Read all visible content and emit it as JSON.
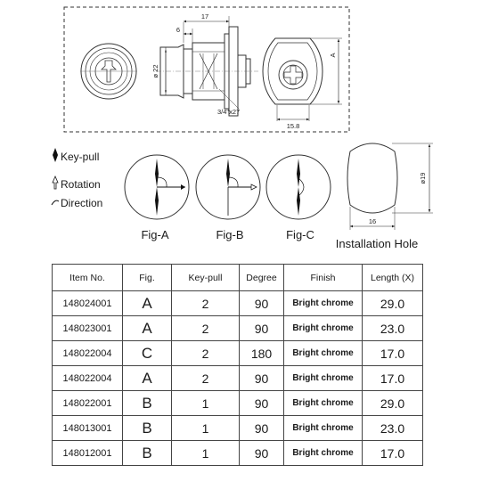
{
  "dimensions": {
    "length_17": "17",
    "offset_6": "6",
    "diameter_22": "ø 22",
    "thread": "3/4\"x27",
    "width_A": "A",
    "width_15_8": "15.8",
    "hole_height": "ø19",
    "hole_width": "16"
  },
  "legend": {
    "key_pull": "Key-pull",
    "rotation": "Rotation",
    "direction": "Direction"
  },
  "figures": {
    "a": "Fig-A",
    "b": "Fig-B",
    "c": "Fig-C",
    "hole": "Installation Hole"
  },
  "table": {
    "headers": [
      "Item No.",
      "Fig.",
      "Key-pull",
      "Degree",
      "Finish",
      "Length (X)"
    ],
    "rows": [
      [
        "148024001",
        "A",
        "2",
        "90",
        "Bright chrome",
        "29.0"
      ],
      [
        "148023001",
        "A",
        "2",
        "90",
        "Bright chrome",
        "23.0"
      ],
      [
        "148022004",
        "C",
        "2",
        "180",
        "Bright chrome",
        "17.0"
      ],
      [
        "148022004",
        "A",
        "2",
        "90",
        "Bright chrome",
        "17.0"
      ],
      [
        "148022001",
        "B",
        "1",
        "90",
        "Bright chrome",
        "29.0"
      ],
      [
        "148013001",
        "B",
        "1",
        "90",
        "Bright chrome",
        "23.0"
      ],
      [
        "148012001",
        "B",
        "1",
        "90",
        "Bright chrome",
        "17.0"
      ]
    ]
  }
}
